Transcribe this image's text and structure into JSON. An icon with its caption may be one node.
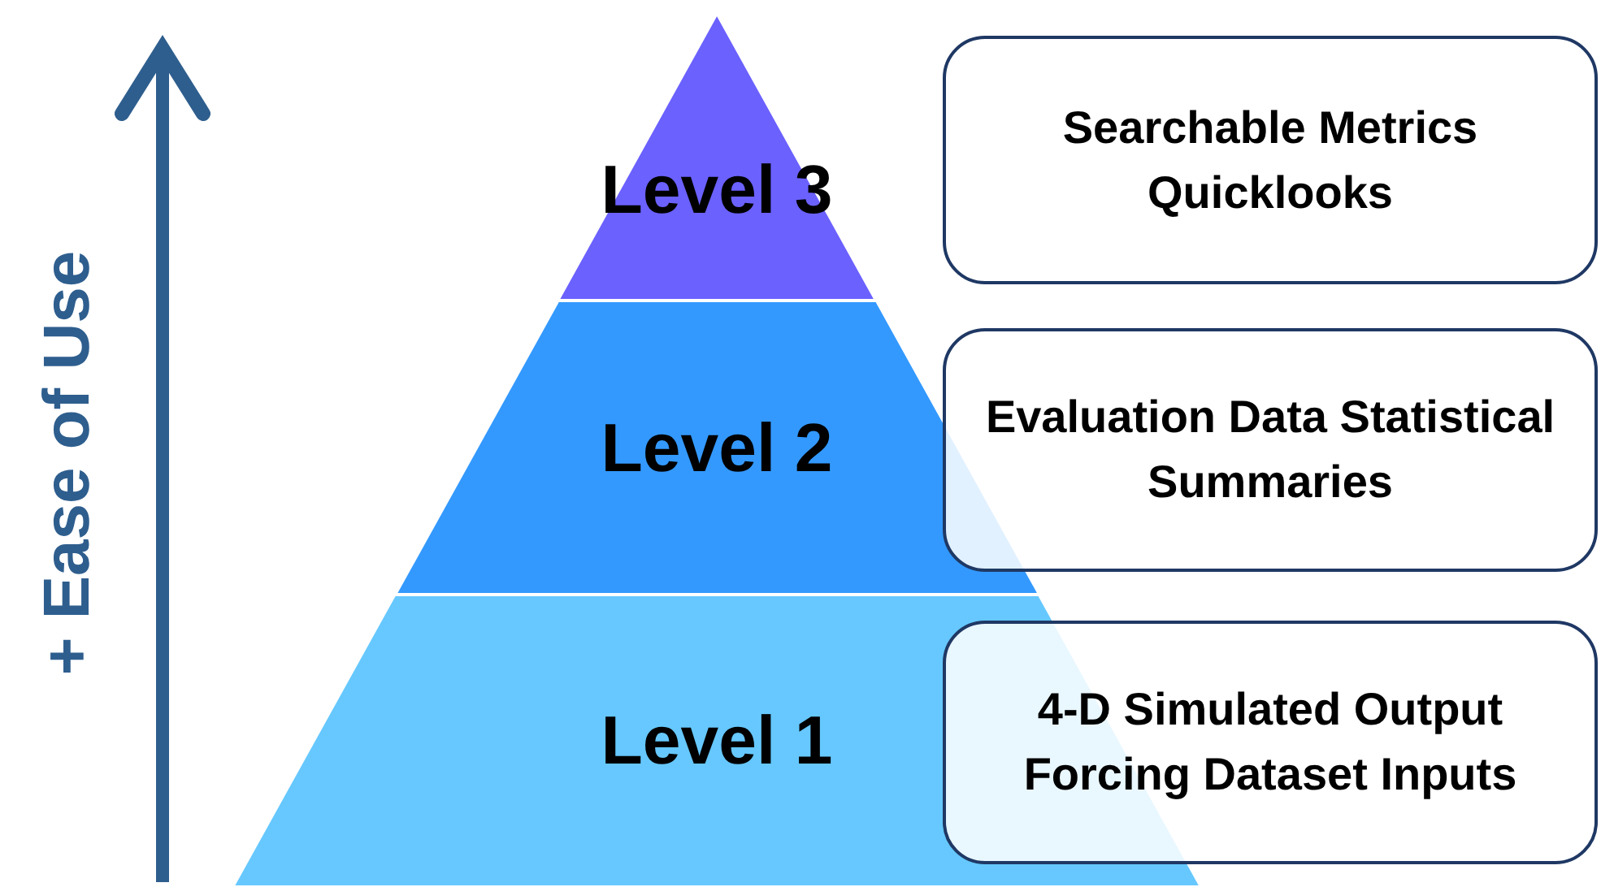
{
  "diagram": {
    "nodes": [
      {
        "text": [
          "Level 3"
        ]
      },
      {
        "text": [
          "Searchable Metrics Quicklooks"
        ]
      },
      {
        "text": [
          "Level 2"
        ]
      },
      {
        "text": [
          "Evaluation Data Statistical Summaries"
        ]
      },
      {
        "text": [
          "Level 1"
        ]
      },
      {
        "text": [
          "4-D Simulated Output Forcing Dataset Inputs"
        ]
      }
    ],
    "labels": [
      "+ Ease of Use"
    ]
  }
}
